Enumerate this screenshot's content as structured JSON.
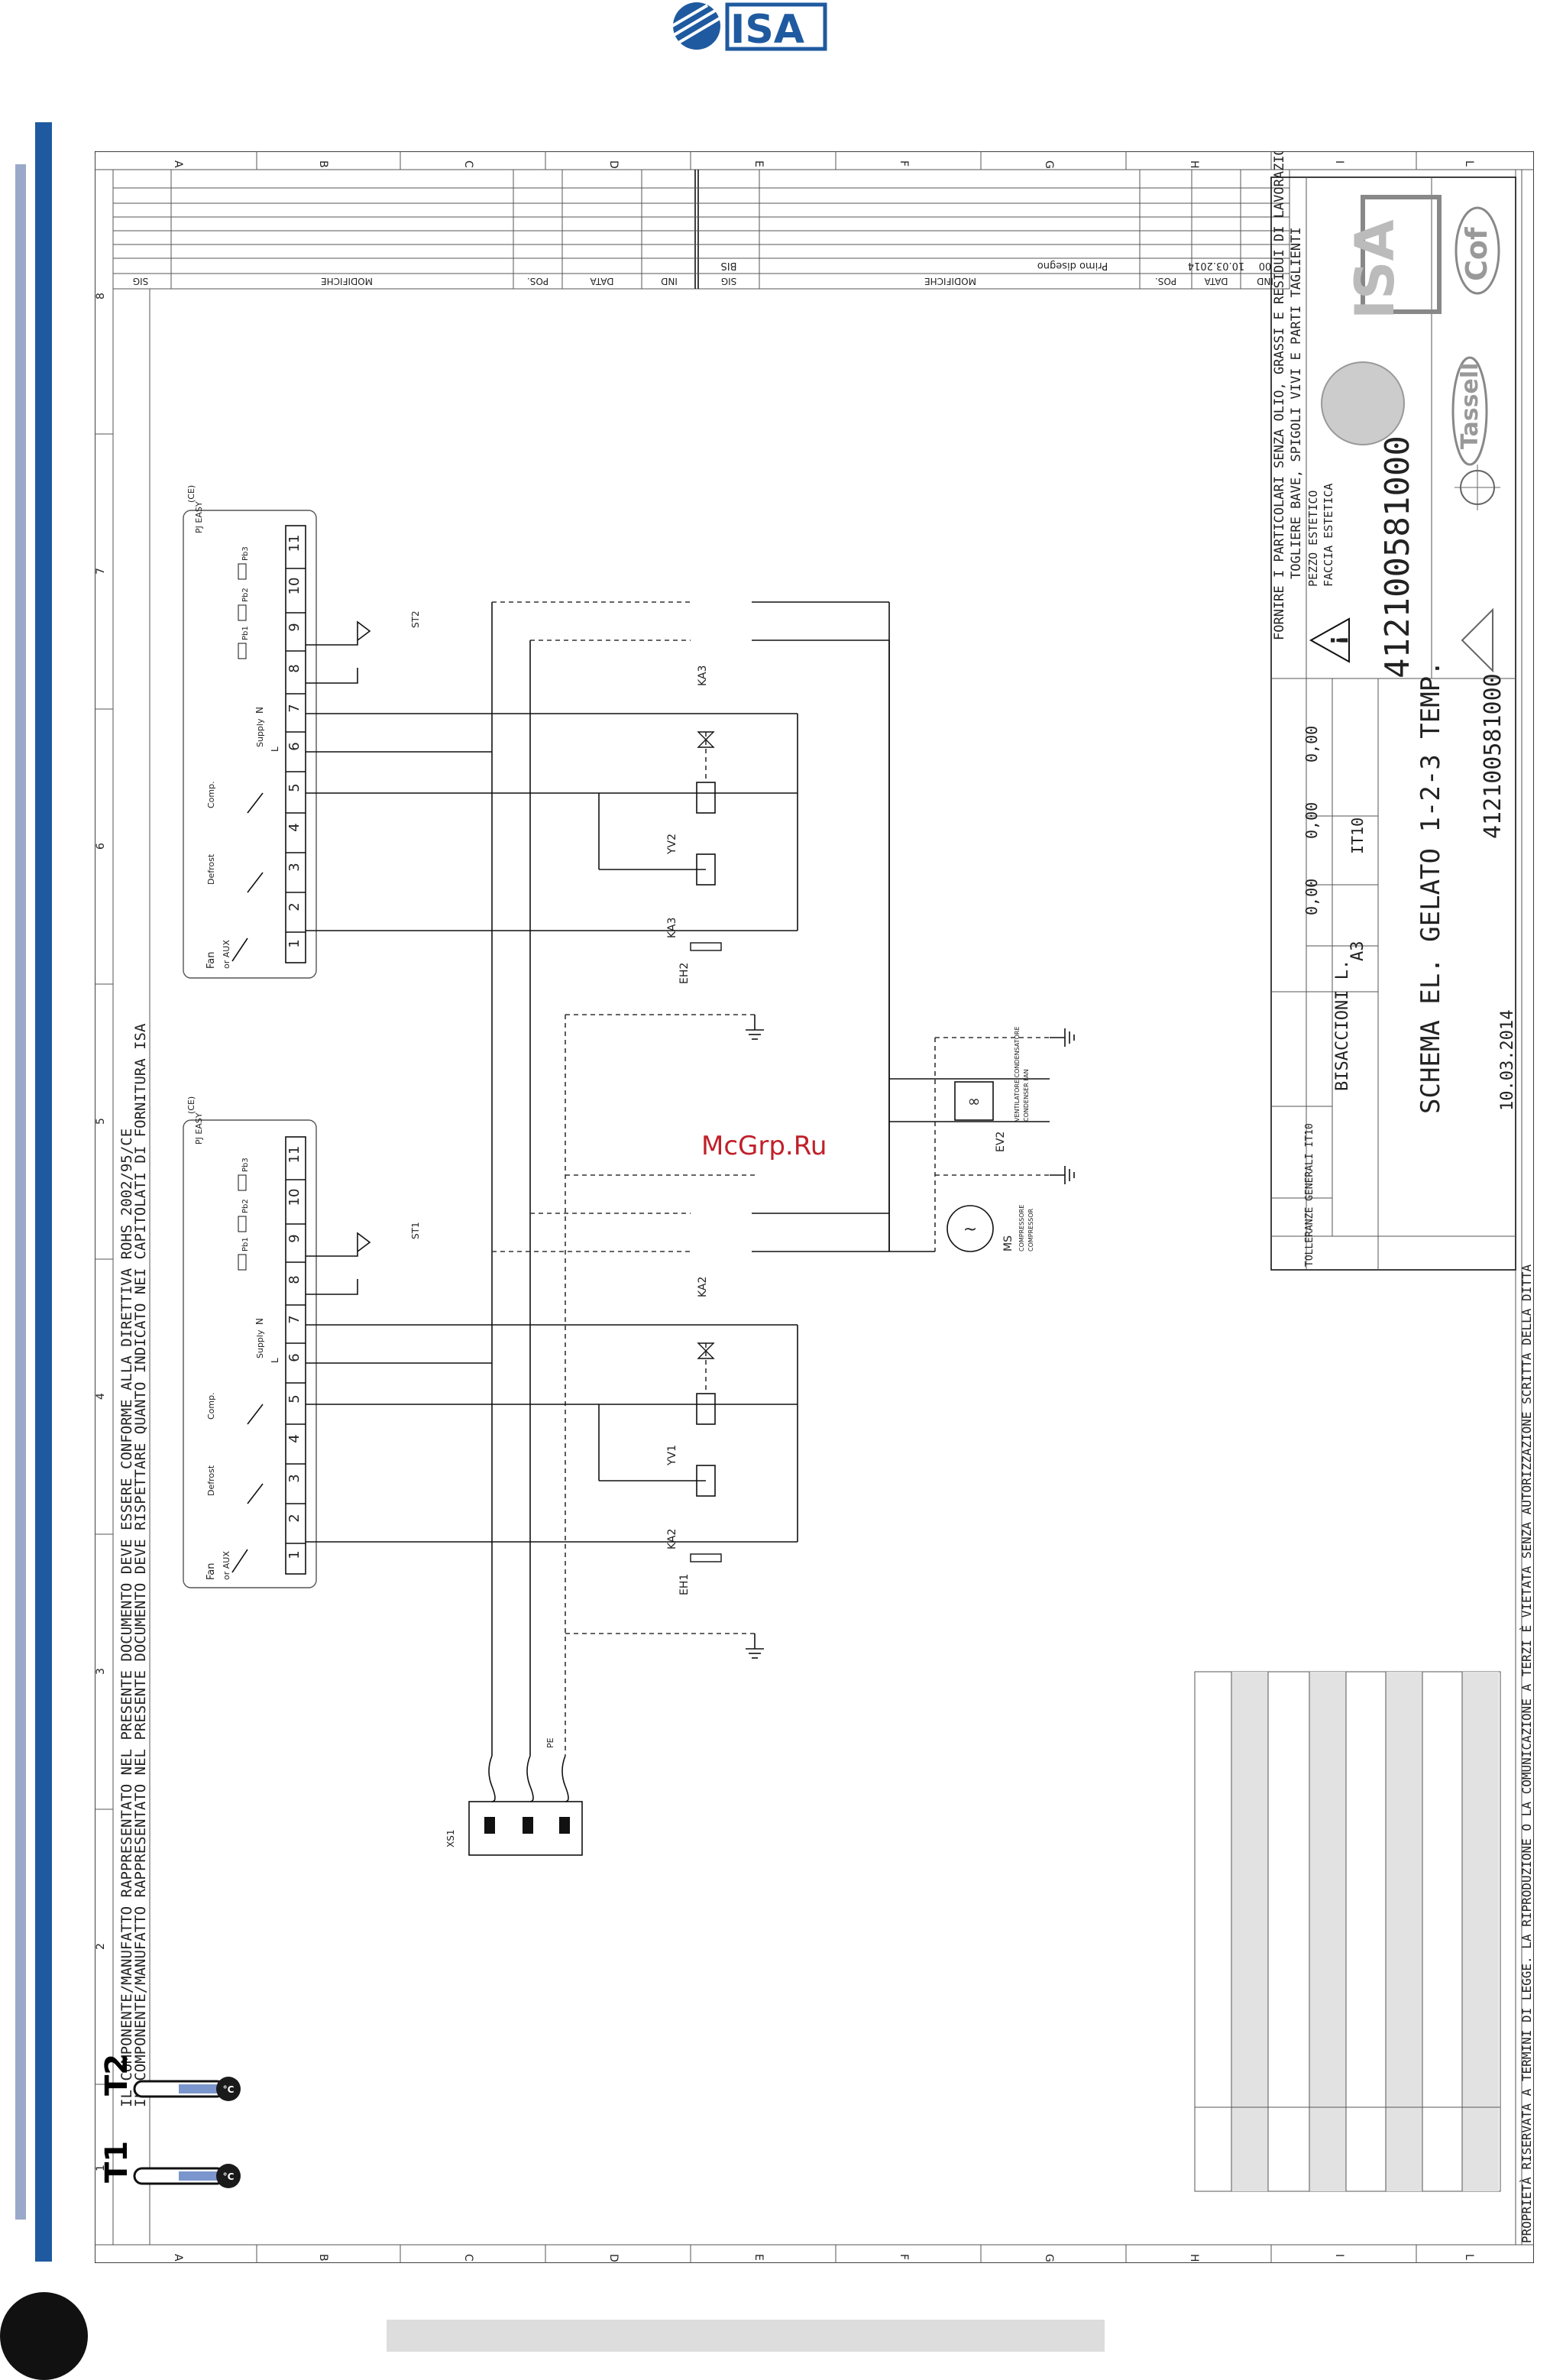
{
  "header": {
    "brand": "ISA",
    "accent_color": "#1f5aa0",
    "logo_icon": "isa-logo-icon"
  },
  "watermark": "McGrp.Ru",
  "sheet": {
    "column_letters": [
      "A",
      "B",
      "C",
      "D",
      "E",
      "F",
      "G",
      "H",
      "I",
      "L"
    ],
    "row_numbers": [
      "1",
      "2",
      "3",
      "4",
      "5",
      "6",
      "7",
      "8"
    ],
    "revision_table": {
      "headers": [
        "IND",
        "DATA",
        "POS.",
        "MODIFICHE",
        "SIG"
      ],
      "rows": [
        {
          "ind": "00",
          "data": "10.03.2014",
          "pos": "",
          "mod": "Primo disegno",
          "sig": "BIS"
        }
      ]
    },
    "compliance_text_1": "IL COMPONENTE/MANUFATTO RAPPRESENTATO NEL PRESENTE DOCUMENTO DEVE ESSERE CONFORME ALLA DIRETTIVA ROHS 2002/95/CE",
    "compliance_text_2": "IL COMPONENTE/MANUFATTO RAPPRESENTATO NEL PRESENTE DOCUMENTO DEVE RISPETTARE QUANTO INDICATO NEI CAPITOLATI DI FORNITURA ISA",
    "warning_1": "FORNIRE I PARTICOLARI SENZA OLIO, GRASSI E RESIDUI DI LAVORAZIONE",
    "warning_2": "TOGLIERE BAVE, SPIGOLI VIVI E PARTI TAGLIENTI",
    "piece_1": "PEZZO ESTETICO",
    "piece_2": "FACCIA ESTETICA",
    "drawing_number": "412100581000",
    "drawing_reference": "412100581000",
    "title": "SCHEMA EL. GELATO 1-2-3 TEMP.",
    "designer": "BISACCIONI L.",
    "date": "10.03.2014",
    "format": "A3",
    "lungh": "0,00",
    "largh": "0,00",
    "spess": "0,00",
    "toll_gen": "IT10",
    "tolerances_label": "TOLLERANZE GENERALI IT10",
    "brand_tassell": "Tassell",
    "brand_cof": "Cof",
    "legal_text": "PROPRIETÀ RISERVATA A TERMINI DI LEGGE. LA RIPRODUZIONE O LA COMUNICAZIONE A TERZI È VIETATA SENZA AUTORIZZAZIONE SCRITTA DELLA DITTA"
  },
  "diagram": {
    "controller_labels": {
      "fan": "Fan",
      "or_aux": "or AUX",
      "defrost": "Defrost",
      "comp": "Comp.",
      "supply": "Supply",
      "supply_L": "L",
      "supply_N": "N",
      "pj_easy": "PJ EASY",
      "ce": "(CE)",
      "pb1": "Pb1",
      "pb2": "Pb2",
      "pb3": "Pb3",
      "terminals": [
        "1",
        "2",
        "3",
        "4",
        "5",
        "6",
        "7",
        "8",
        "9",
        "10",
        "11"
      ]
    },
    "components": {
      "ka2": "KA2",
      "ka3": "KA3",
      "yv1": "YV1",
      "yv2": "YV2",
      "eh1": "EH1",
      "eh2": "EH2",
      "st1": "ST1",
      "st2": "ST2",
      "ev2": "EV2",
      "ms": "MS",
      "xs1": "XS1",
      "pe": "PE",
      "ka2_contact": "KA2",
      "ka3_contact": "KA3",
      "compressor_label_1": "COMPRESSORE",
      "compressor_label_2": "COMPRESSOR",
      "fan_label_1": "VENTILATORE CONDENSATORE",
      "fan_label_2": "CONDENSER FAN"
    }
  },
  "temperature_icons": {
    "t1": "T1",
    "t2": "T2",
    "unit": "°C",
    "icon": "thermometer-icon",
    "bulb_color": "#1a1a1a",
    "scale_color": "#7b96cc"
  }
}
